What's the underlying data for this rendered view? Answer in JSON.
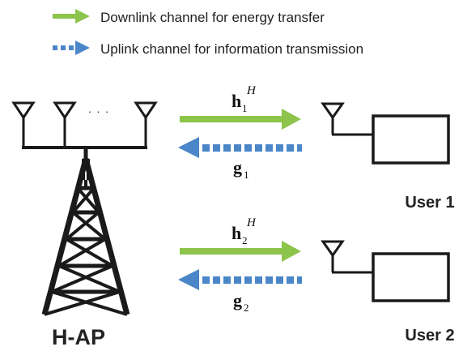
{
  "legend": {
    "downlink_label": "Downlink channel for energy transfer",
    "uplink_label": "Uplink channel for information transmission"
  },
  "hap": {
    "label": "H-AP",
    "ellipsis": "· · ·"
  },
  "links": [
    {
      "down_symbol": "h",
      "down_sub": "1",
      "down_sup": "H",
      "up_symbol": "g",
      "up_sub": "1"
    },
    {
      "down_symbol": "h",
      "down_sub": "2",
      "down_sup": "H",
      "up_symbol": "g",
      "up_sub": "2"
    }
  ],
  "users": [
    {
      "label": "User 1"
    },
    {
      "label": "User 2"
    }
  ],
  "colors": {
    "downlink": "#8dc44c",
    "uplink": "#4a86c8",
    "structure": "#1a1a1a"
  }
}
